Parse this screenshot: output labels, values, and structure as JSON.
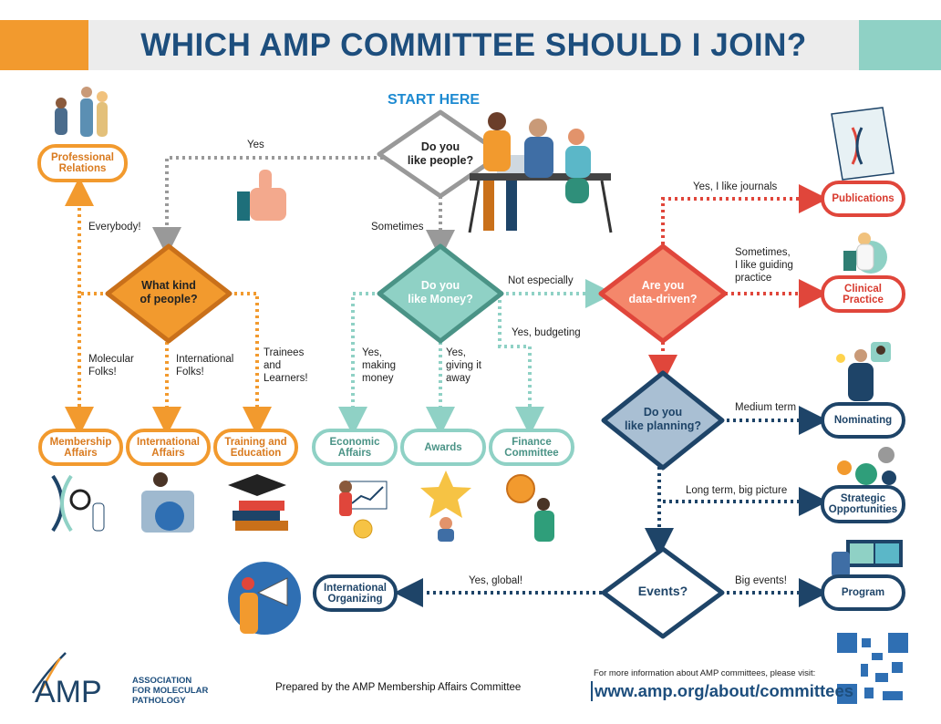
{
  "title": "WHICH AMP COMMITTEE SHOULD I JOIN?",
  "start_here": "START HERE",
  "decisions": {
    "people": "Do you\nlike people?",
    "kind": "What kind\nof people?",
    "money": "Do you\nlike Money?",
    "data": "Are you\ndata-driven?",
    "planning": "Do you\nlike planning?",
    "events": "Events?"
  },
  "committees": {
    "professional_relations": [
      "Professional",
      "Relations"
    ],
    "membership_affairs": [
      "Membership",
      "Affairs"
    ],
    "international_affairs": [
      "International",
      "Affairs"
    ],
    "training_education": [
      "Training and",
      "Education"
    ],
    "economic_affairs": [
      "Economic",
      "Affairs"
    ],
    "awards": [
      "Awards"
    ],
    "finance": [
      "Finance",
      "Committee"
    ],
    "publications": [
      "Publications"
    ],
    "clinical_practice": [
      "Clinical",
      "Practice"
    ],
    "nominating": [
      "Nominating"
    ],
    "strategic": [
      "Strategic",
      "Opportunities"
    ],
    "program": [
      "Program"
    ],
    "international_organizing": [
      "International",
      "Organizing"
    ]
  },
  "edge_labels": {
    "yes": "Yes",
    "sometimes": "Sometimes",
    "everybody": "Everybody!",
    "molecular": "Molecular\nFolks!",
    "international": "International\nFolks!",
    "trainees": "Trainees\nand\nLearners!",
    "making_money": "Yes,\nmaking\nmoney",
    "giving_away": "Yes,\ngiving it\naway",
    "budgeting": "Yes, budgeting",
    "not_especially": "Not especially",
    "journals": "Yes, I like journals",
    "guiding": "Sometimes,\nI like guiding\npractice",
    "medium_term": "Medium term",
    "long_term": "Long term, big picture",
    "big_events": "Big events!",
    "global": "Yes, global!"
  },
  "footer": {
    "org_name": [
      "ASSOCIATION",
      "FOR MOLECULAR",
      "PATHOLOGY"
    ],
    "logo_text": "AMP",
    "prepared_by": "Prepared by the AMP Membership Affairs Committee",
    "info": "For more information about AMP committees, please visit:",
    "url": "www.amp.org/about/committees"
  },
  "colors": {
    "orange": "#f29a2e",
    "teal": "#8fd1c5",
    "teal_dark": "#4a9386",
    "red": "#e0463b",
    "salmon": "#f4876b",
    "navy": "#1e4468",
    "slate": "#a9bfd3",
    "gray": "#999999",
    "title_blue": "#1d4e7d"
  }
}
